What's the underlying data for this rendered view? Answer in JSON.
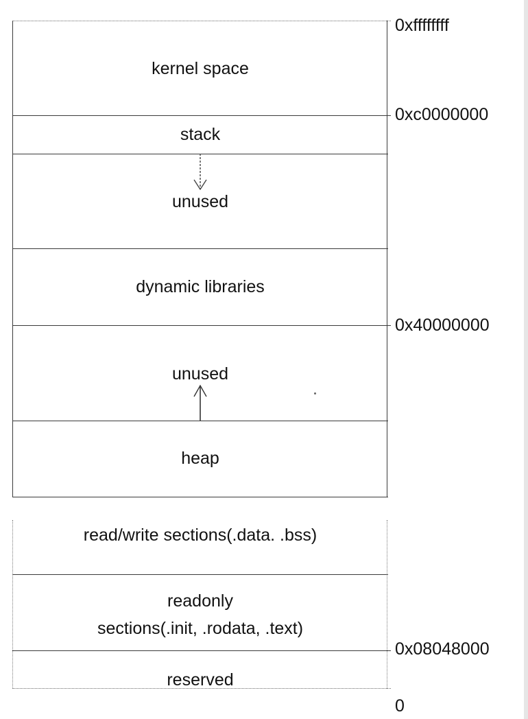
{
  "memory_map": {
    "regions": [
      {
        "label": "kernel space"
      },
      {
        "label": "stack"
      },
      {
        "label": "unused"
      },
      {
        "label": "dynamic libraries"
      },
      {
        "label": "unused"
      },
      {
        "label": "heap"
      },
      {
        "label": "read/write sections(.data. .bss)"
      },
      {
        "label": "readonly\nsections(.init, .rodata, .text)"
      },
      {
        "label": "reserved"
      }
    ],
    "addresses": [
      {
        "label": "0xffffffff"
      },
      {
        "label": "0xc0000000"
      },
      {
        "label": "0x40000000"
      },
      {
        "label": "0x08048000"
      },
      {
        "label": "0"
      }
    ],
    "arrows": [
      {
        "from": "stack",
        "direction": "down"
      },
      {
        "from": "heap",
        "direction": "up"
      }
    ]
  }
}
